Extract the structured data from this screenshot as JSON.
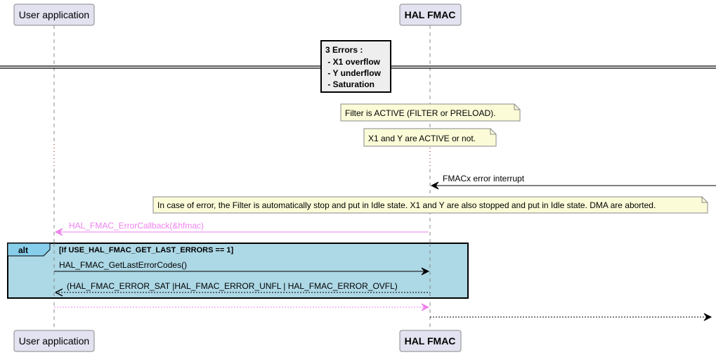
{
  "participants": [
    {
      "id": "user",
      "label": "User application",
      "bold": false
    },
    {
      "id": "hal",
      "label": "HAL FMAC",
      "bold": true
    }
  ],
  "divider": {
    "title": "3 Errors :",
    "lines": [
      " - X1 overflow",
      " - Y underflow",
      " - Saturation"
    ]
  },
  "notes": [
    {
      "text": "Filter is ACTIVE (FILTER or PRELOAD)."
    },
    {
      "text": "X1 and Y are ACTIVE or not."
    },
    {
      "text": "In case of error, the Filter is automatically stop and put in Idle state. X1 and Y are also stopped and put in Idle state. DMA are aborted."
    }
  ],
  "messages": [
    {
      "label": "FMACx error interrupt",
      "from": "external",
      "to": "hal",
      "style": "solid",
      "color": "#000000"
    },
    {
      "label": "HAL_FMAC_ErrorCallback(&hfmac)",
      "from": "hal",
      "to": "user",
      "style": "solid",
      "color": "#ee82ee"
    },
    {
      "label": "HAL_FMAC_GetLastErrorCodes()",
      "from": "user",
      "to": "hal",
      "style": "solid",
      "color": "#000000"
    },
    {
      "label": "(HAL_FMAC_ERROR_SAT |HAL_FMAC_ERROR_UNFL | HAL_FMAC_ERROR_OVFL)",
      "from": "hal",
      "to": "user",
      "style": "dashed",
      "color": "#000000"
    },
    {
      "label": "",
      "from": "user",
      "to": "hal",
      "style": "dotted",
      "color": "#ee82ee"
    },
    {
      "label": "",
      "from": "hal",
      "to": "external",
      "style": "dotted",
      "color": "#000000"
    }
  ],
  "alt": {
    "keyword": "alt",
    "condition": "[If USE_HAL_FMAC_GET_LAST_ERRORS == 1]",
    "color": "#add8e6",
    "header_color": "#87ceeb"
  },
  "colors": {
    "participant_fill": "#e2e2f0",
    "note_fill": "#fbfbd8",
    "divider_fill": "#eeeeee",
    "callback": "#ee82ee"
  }
}
